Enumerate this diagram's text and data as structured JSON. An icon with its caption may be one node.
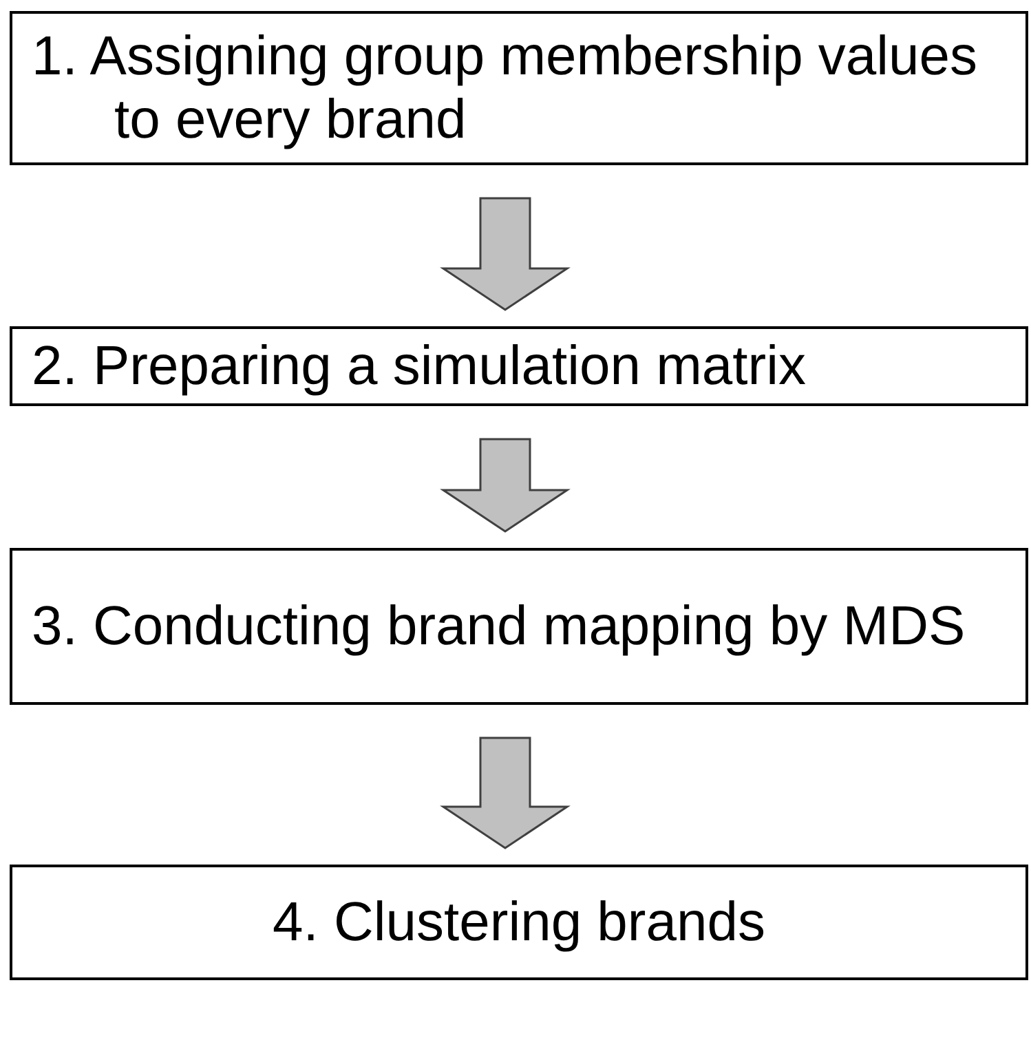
{
  "diagram": {
    "nodes": [
      {
        "text": [
          "1. Assigning group membership values to every brand"
        ]
      },
      {
        "text": [
          "2. Preparing a simulation matrix"
        ]
      },
      {
        "text": [
          "3. Conducting brand mapping by MDS"
        ]
      },
      {
        "text": [
          "4. Clustering brands"
        ]
      }
    ],
    "edges": [
      {
        "from": 0,
        "to": 1,
        "arrow": "to"
      },
      {
        "from": 1,
        "to": 2,
        "arrow": "to"
      },
      {
        "from": 2,
        "to": 3,
        "arrow": "to"
      }
    ]
  }
}
